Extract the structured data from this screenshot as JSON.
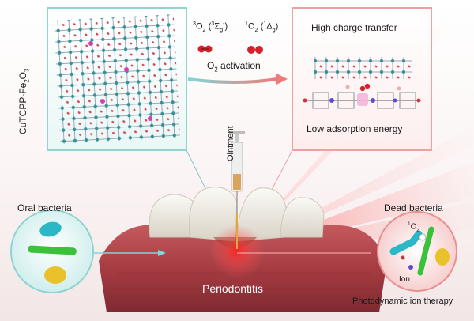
{
  "figure": {
    "material_label": "CuTCPP-Fe",
    "material_label_sub1": "2",
    "material_label_o": "O",
    "material_label_sub2": "3",
    "triplet_label": "O",
    "triplet_sup": "3",
    "triplet_sub": "2",
    "triplet_state": "(",
    "triplet_sigma": "Σ",
    "triplet_sigma_sup": "3",
    "triplet_sigma_sub": "g",
    "triplet_sigma_sub2": "-",
    "triplet_close": ")",
    "singlet_label": "O",
    "singlet_sup": "1",
    "singlet_sub": "2",
    "singlet_delta": "Δ",
    "singlet_delta_sup": "1",
    "singlet_delta_sub": "g",
    "activation_o": "O",
    "activation_sub": "2",
    "activation_text": " activation",
    "high_charge": "High charge transfer",
    "low_adsorption": "Low adsorption energy",
    "ointment": "Ointment",
    "oral_bacteria": "Oral bacteria",
    "dead_bacteria": "Dead bacteria",
    "periodontitis": "Periodontitis",
    "singlet_small_sup": "1",
    "singlet_small": "O",
    "singlet_small_sub": "2",
    "ion": "Ion",
    "therapy": "Photodynamic ion therapy"
  },
  "colors": {
    "teal_frame": "#8fd4d0",
    "pink_frame": "#f0a0a0",
    "gum": "#b3474c",
    "tooth": "#f1ede6",
    "laser": "#ff3b3b",
    "oxygen": "#d8202a"
  }
}
